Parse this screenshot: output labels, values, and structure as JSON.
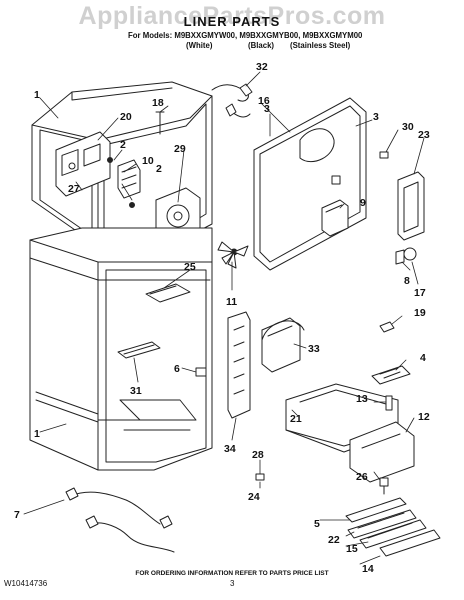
{
  "watermark": "AppliancePartsPros.com",
  "title": "LINER PARTS",
  "models_line": "For Models: M9BXXGMYW00, M9BXXGMYB00, M9BXXGMYM00",
  "variants": [
    "(White)",
    "(Black)",
    "(Stainless Steel)"
  ],
  "footer_note": "FOR ORDERING INFORMATION REFER TO PARTS PRICE LIST",
  "doc_number": "W10414736",
  "page_number": "3",
  "callouts": {
    "c1a": "1",
    "c1b": "1",
    "c2a": "2",
    "c2b": "2",
    "c3a": "3",
    "c3b": "3",
    "c4": "4",
    "c5": "5",
    "c6": "6",
    "c7": "7",
    "c8": "8",
    "c9": "9",
    "c10": "10",
    "c11": "11",
    "c12": "12",
    "c13": "13",
    "c14": "14",
    "c15": "15",
    "c16": "16",
    "c17": "17",
    "c18": "18",
    "c19": "19",
    "c20": "20",
    "c21": "21",
    "c22": "22",
    "c23": "23",
    "c24": "24",
    "c25": "25",
    "c26": "26",
    "c27": "27",
    "c28": "28",
    "c29": "29",
    "c30": "30",
    "c31": "31",
    "c32": "32",
    "c33": "33",
    "c34": "34"
  }
}
